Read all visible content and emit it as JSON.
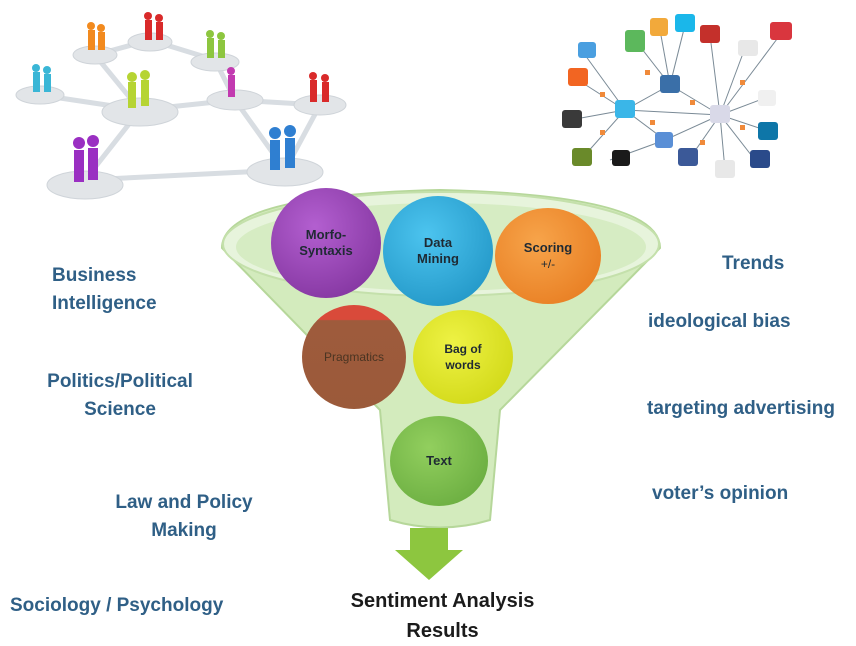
{
  "left_labels": [
    "Business Intelligence",
    "Politics/Political Science",
    "Law and Policy Making",
    "Sociology / Psychology"
  ],
  "right_labels": [
    "Trends",
    "ideological bias",
    "targeting advertising",
    "voter’s opinion"
  ],
  "funnel": {
    "morfosyntaxis": "Morfo-Syntaxis",
    "data_mining": "Data Mining",
    "scoring": "Scoring",
    "scoring_sub": "+/-",
    "pragmatics": "Pragmatics",
    "bag_of_words": "Bag of words",
    "text": "Text"
  },
  "result": "Sentiment Analysis Results",
  "colors": {
    "label": "#2f5f86",
    "morfosyntaxis": "#8b3aa8",
    "data_mining": "#2aa3d6",
    "scoring": "#f28a1e",
    "pragmatics": "#9b5a3a",
    "bag_of_words": "#d9df1c",
    "text": "#7bbf4b",
    "funnel": "#bfe0a6",
    "arrow": "#8dc63f"
  },
  "social_icons": [
    "qik",
    "twitter",
    "wordpress",
    "facebook",
    "friendfeed",
    "delicious",
    "flickr",
    "youtube",
    "vimeo",
    "evernote",
    "lastfm",
    "google",
    "linkedin",
    "myspace",
    "rss",
    "digg",
    "os"
  ]
}
